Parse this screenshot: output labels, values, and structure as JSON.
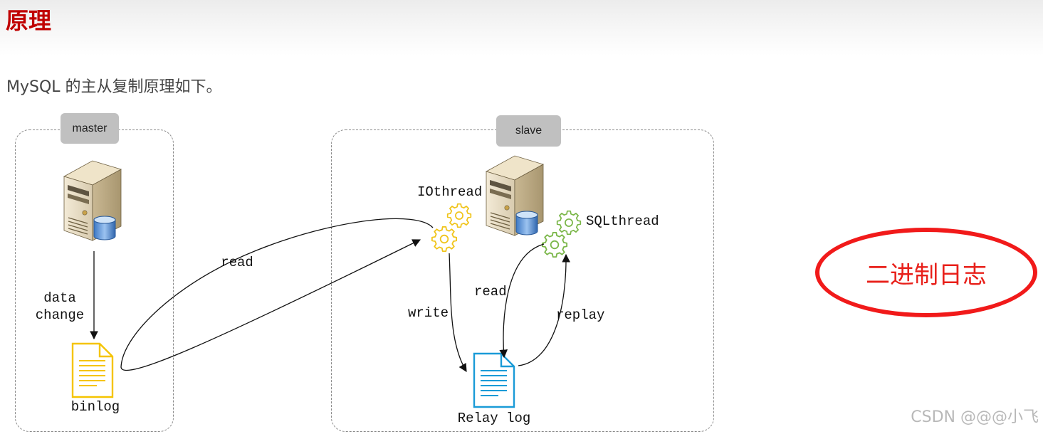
{
  "title": "原理",
  "subtitle": "MySQL 的主从复制原理如下。",
  "master": {
    "tag": "master",
    "binlog_label": "binlog",
    "data_change": [
      "data",
      "change"
    ]
  },
  "slave": {
    "tag": "slave",
    "io_thread": "IOthread",
    "sql_thread": "SQLthread",
    "relay_log": "Relay log",
    "write_label": "write",
    "read_label": "read",
    "replay_label": "replay"
  },
  "edge_read_label": "read",
  "note": "二进制日志",
  "watermark": "CSDN @@@小飞",
  "colors": {
    "title": "#c00000",
    "note": "#e8201a",
    "binlog_icon": "#f5c400",
    "relay_icon": "#1a9bd7",
    "io_gear": "#f0c419",
    "sql_gear": "#7ab648"
  },
  "icons": {
    "master_server": "server-database-icon",
    "slave_server": "server-database-icon",
    "binlog": "document-icon",
    "relay": "document-icon",
    "io_gear": "gear-icon",
    "sql_gear": "gear-icon"
  }
}
